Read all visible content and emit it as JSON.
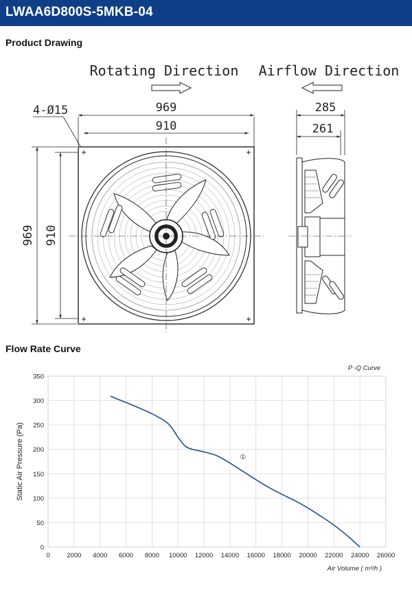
{
  "header": {
    "title": "LWAA6D800S-5MKB-04"
  },
  "sections": {
    "drawing": "Product Drawing",
    "curve": "Flow Rate Curve"
  },
  "drawing": {
    "rotating_label": "Rotating Direction",
    "airflow_label": "Airflow Direction",
    "holes_label": "4-Ø15",
    "dim_outer_width": "969",
    "dim_inner_width": "910",
    "dim_outer_height": "969",
    "dim_inner_height": "910",
    "dim_side_depth": "285",
    "dim_side_inner": "261"
  },
  "chart_data": {
    "type": "line",
    "title": "P -Q Curve",
    "xlabel": "Air Volume ( m³/h )",
    "ylabel": "Static Air Pressure  (Pa)",
    "xlim": [
      0,
      26000
    ],
    "ylim": [
      0,
      350
    ],
    "xticks": [
      "0",
      "2000",
      "4000",
      "6000",
      "8000",
      "10000",
      "12000",
      "14000",
      "16000",
      "18000",
      "20000",
      "22000",
      "24000",
      "26000"
    ],
    "yticks": [
      "0",
      "50",
      "100",
      "150",
      "200",
      "250",
      "300",
      "350"
    ],
    "grid": true,
    "annotations": [
      {
        "text": "①",
        "x": 15000,
        "y": 180
      }
    ],
    "series": [
      {
        "name": "①",
        "color": "#1f4e8c",
        "x": [
          4800,
          6000,
          7000,
          8000,
          9000,
          9500,
          10000,
          10500,
          11000,
          12000,
          13000,
          14000,
          15000,
          16000,
          17000,
          18000,
          19000,
          20000,
          21000,
          22000,
          23000,
          24000
        ],
        "y": [
          309,
          296,
          285,
          273,
          258,
          245,
          225,
          208,
          201,
          195,
          187,
          172,
          155,
          138,
          122,
          108,
          95,
          80,
          63,
          45,
          24,
          0
        ]
      }
    ]
  }
}
